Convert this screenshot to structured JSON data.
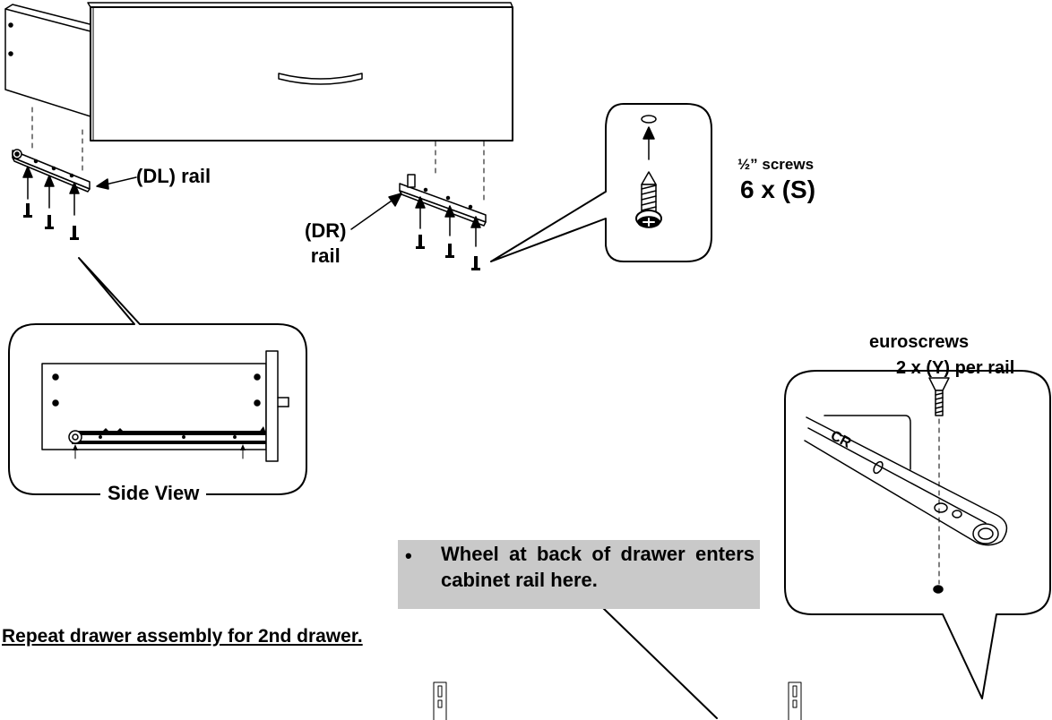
{
  "labels": {
    "dl_rail": "(DL) rail",
    "dr_rail_line1": "(DR)",
    "dr_rail_line2": "rail",
    "screw_size": "½” screws",
    "screw_count": "6 x (S)",
    "euroscrews": "euroscrews",
    "euroscrews_count": "2 x (Y) per rail",
    "side_view": "Side View",
    "inset_part": "CR"
  },
  "note": {
    "bullet": "•",
    "text": "Wheel at back of drawer enters cabinet rail here."
  },
  "repeat_instruction": "Repeat drawer assembly for 2nd drawer."
}
